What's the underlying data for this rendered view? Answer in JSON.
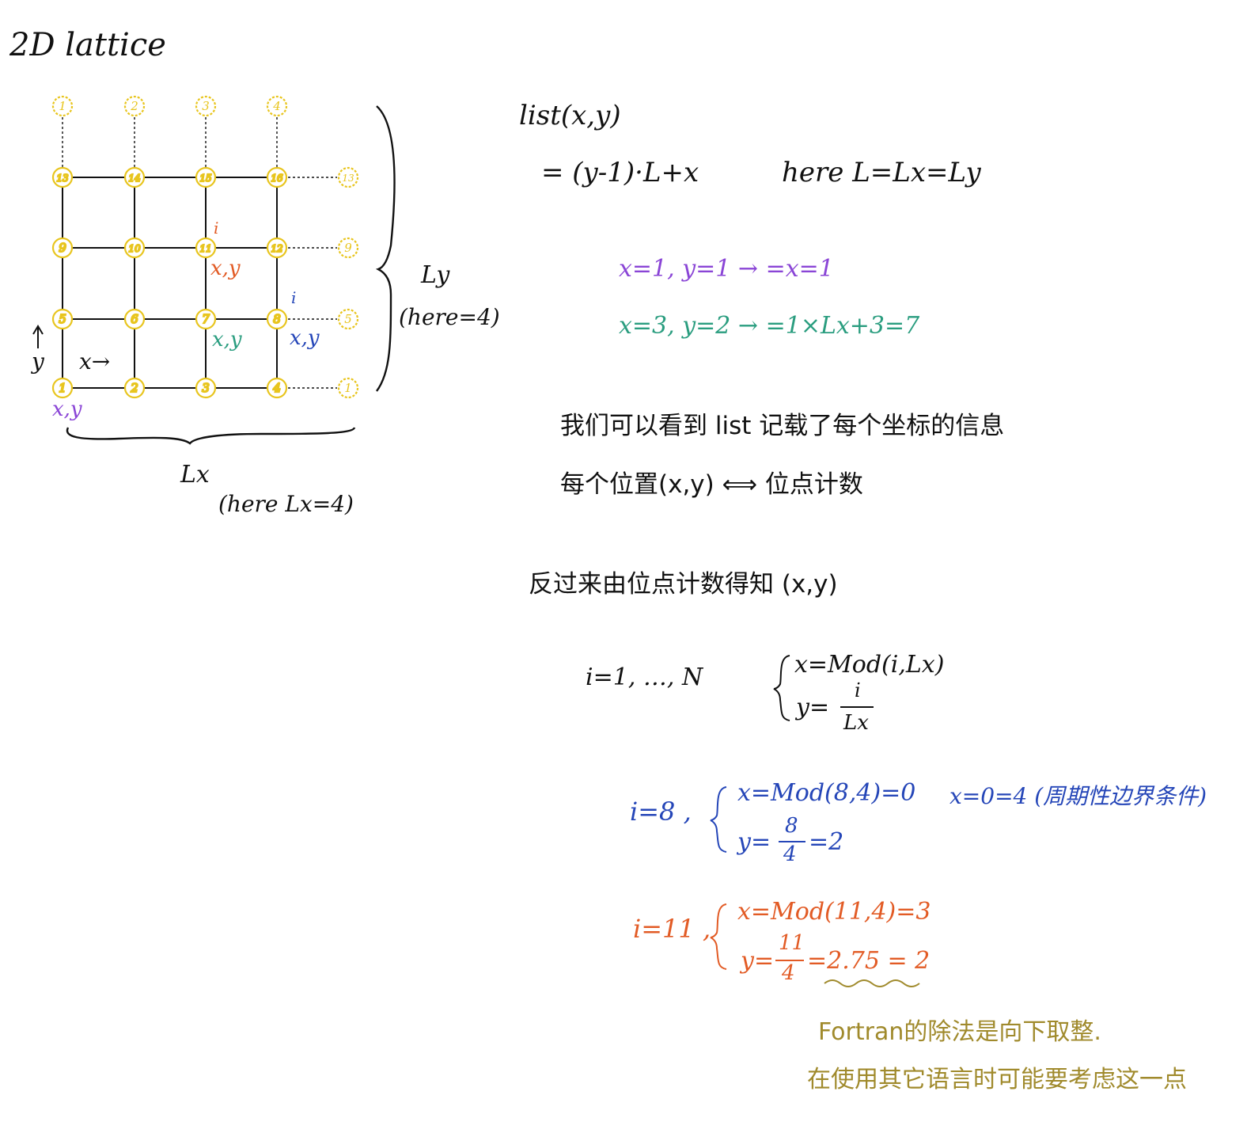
{
  "title": "2D lattice",
  "colors": {
    "ink": "#111111",
    "node": "#e8c51e",
    "purple": "#8a45d6",
    "teal": "#2a9d7f",
    "blue": "#2546b8",
    "orange": "#e25b25",
    "olive": "#a08a2c"
  },
  "lattice": {
    "rows": [
      [
        "13",
        "14",
        "15",
        "16"
      ],
      [
        "9",
        "10",
        "11",
        "12"
      ],
      [
        "5",
        "6",
        "7",
        "8"
      ],
      [
        "1",
        "2",
        "3",
        "4"
      ]
    ],
    "ghost_top": [
      "1",
      "2",
      "3",
      "4"
    ],
    "ghost_right": [
      "13",
      "9",
      "5",
      "1"
    ],
    "x_label": "x→",
    "y_label": "y",
    "lx_label": "Lx",
    "lx_note": "(here Lx=4)",
    "ly_label": "Ly",
    "ly_note": "(here=4)",
    "node1_xy": "x,y",
    "node7_xy": "x,y",
    "node8_i": "i",
    "node8_xy": "x,y",
    "node11_i": "i",
    "node11_xy": "x,y"
  },
  "formula": {
    "line1": "list(x,y)",
    "line2": "= (y-1)·L+x",
    "here": "here L=Lx=Ly",
    "ex1": "x=1, y=1  →  =x=1",
    "ex2": "x=3, y=2  →  =1×Lx+3=7"
  },
  "notes": {
    "n1": "我们可以看到 list 记载了每个坐标的信息",
    "n2": "每个位置(x,y) ⟺ 位点计数",
    "n3": "反过来由位点计数得知 (x,y)"
  },
  "inverse": {
    "range": "i=1, …, N",
    "x_rule": "x=Mod(i,Lx)",
    "y_prefix": "y=",
    "y_num": "i",
    "y_den": "Lx"
  },
  "example8": {
    "label": "i=8 ,",
    "x_rule": "x=Mod(8,4)=0",
    "x_note": "x=0=4 (周期性边界条件)",
    "y_prefix": "y=",
    "y_num": "8",
    "y_den": "4",
    "y_result": "=2"
  },
  "example11": {
    "label": "i=11 ,",
    "x_rule": "x=Mod(11,4)=3",
    "y_prefix": "y=",
    "y_num": "11",
    "y_den": "4",
    "y_result": "=2.75 = 2"
  },
  "footnote": {
    "line1": "Fortran的除法是向下取整.",
    "line2": "在使用其它语言时可能要考虑这一点"
  }
}
